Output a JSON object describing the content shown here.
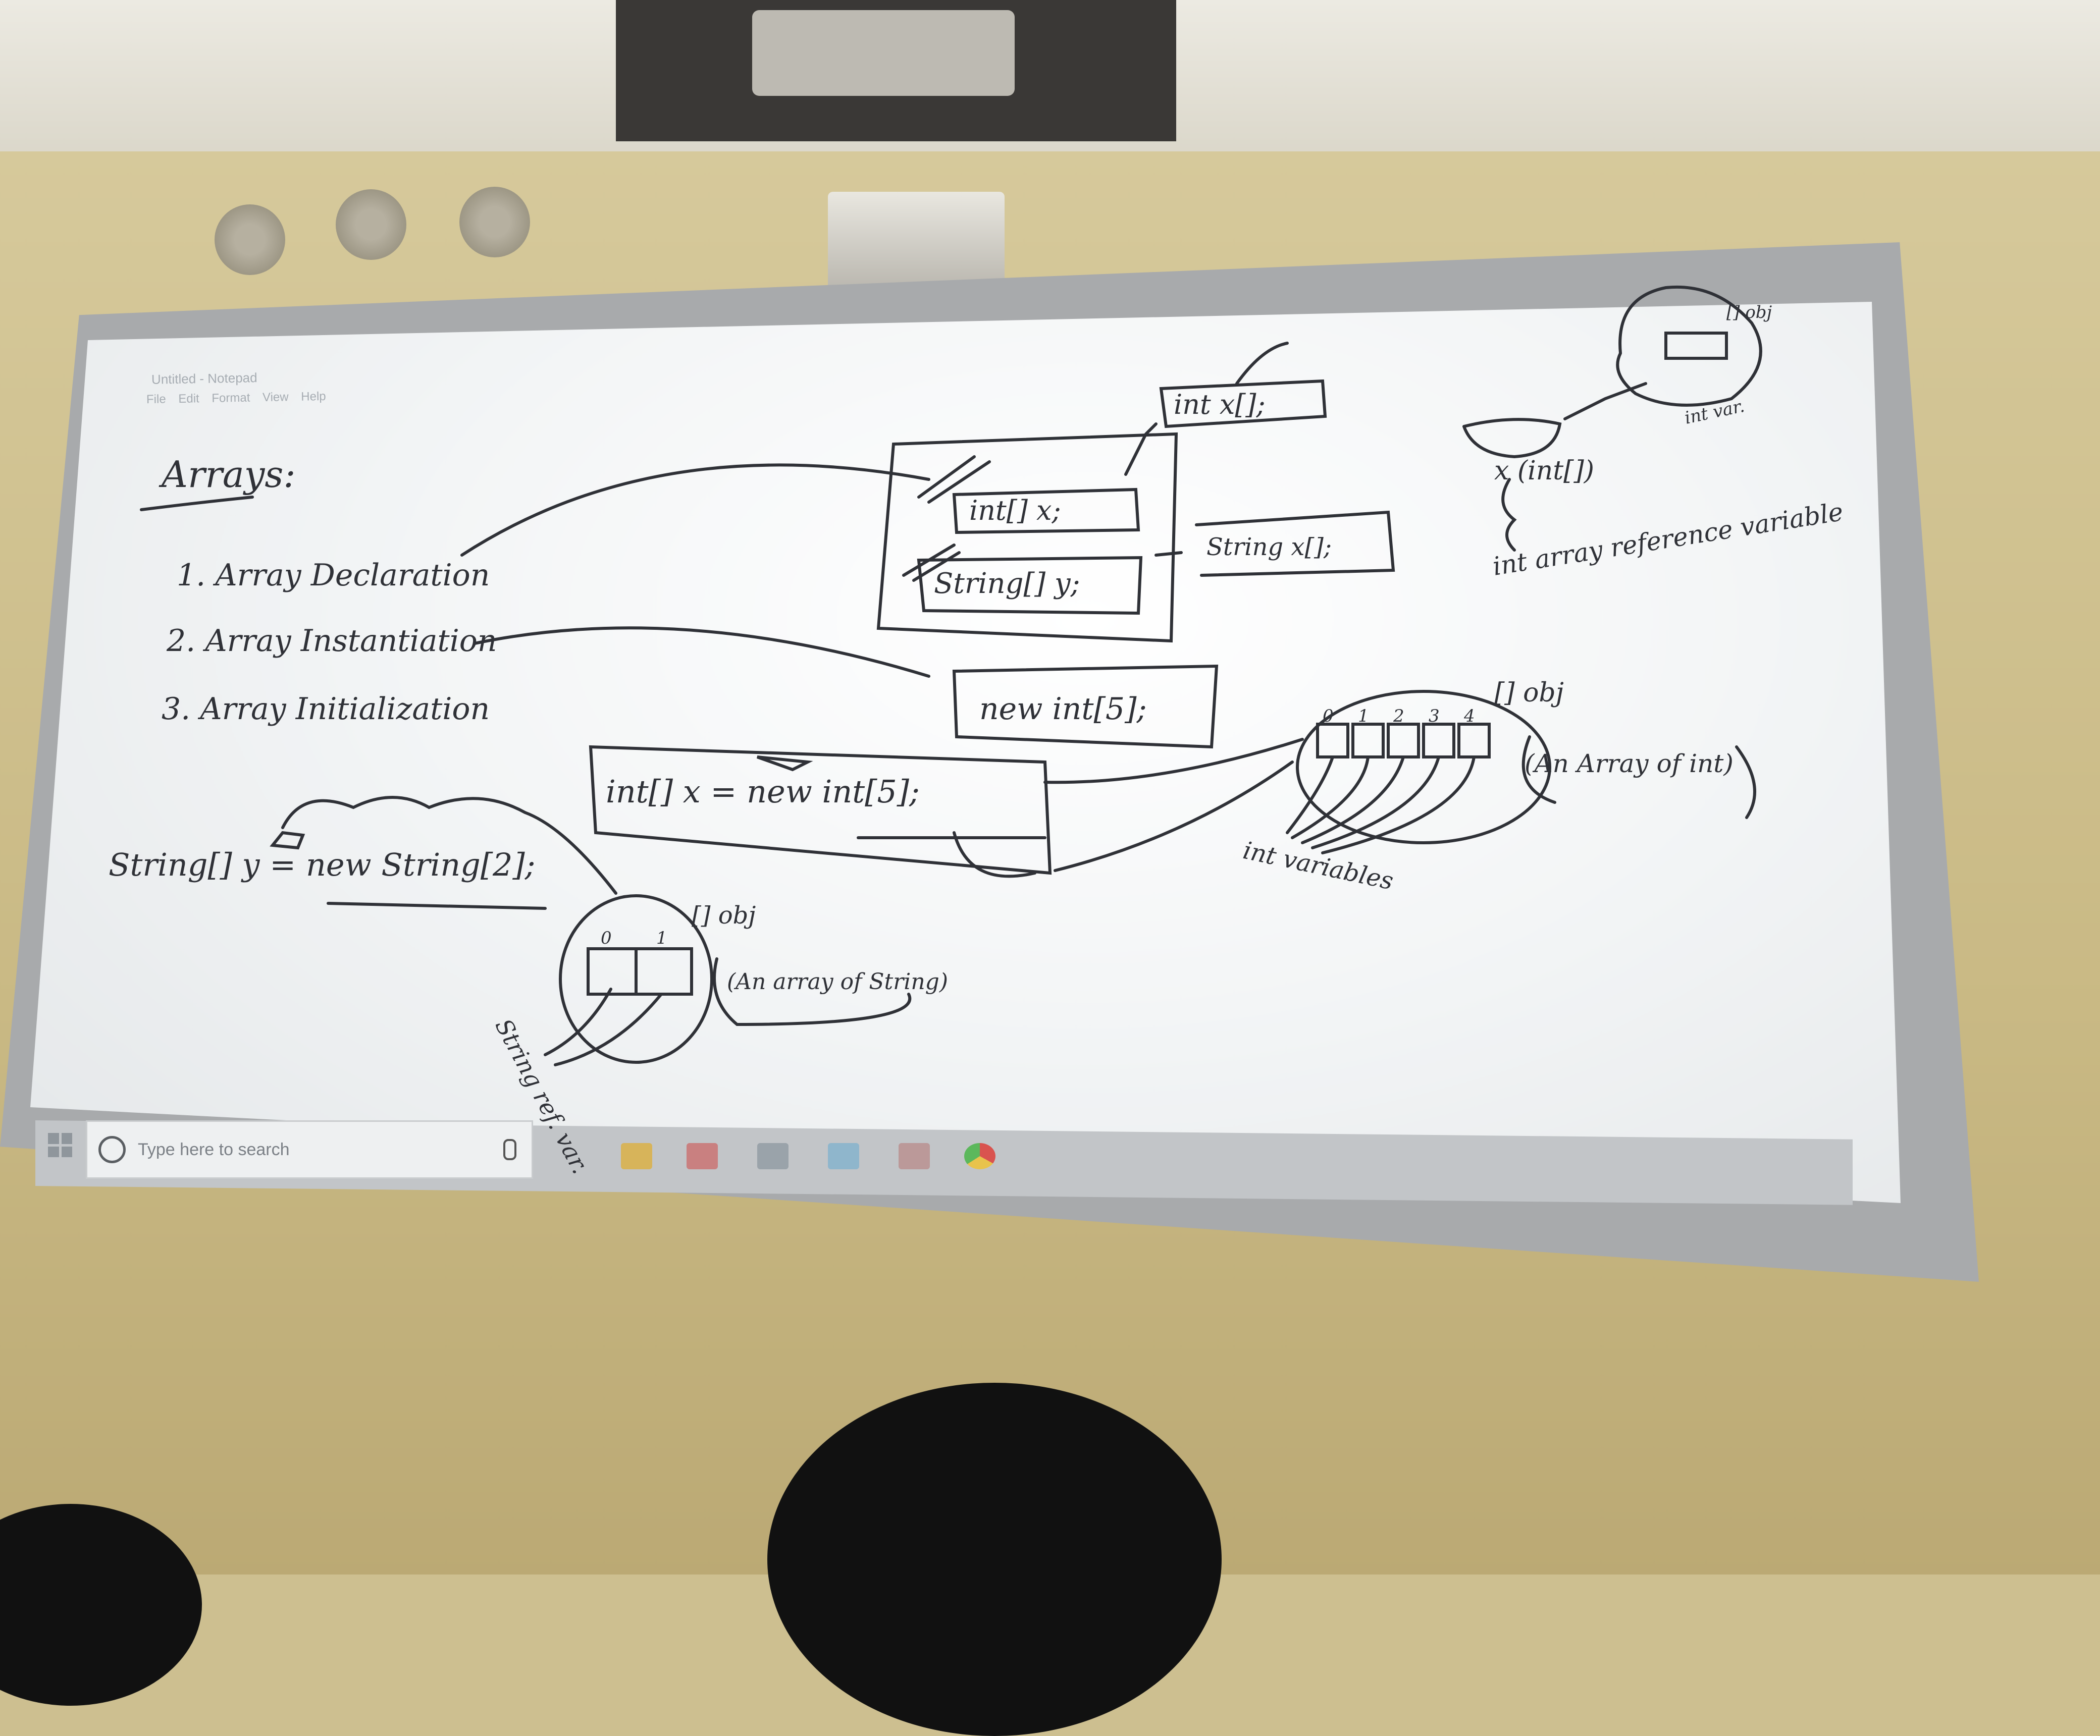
{
  "taskbar": {
    "search_placeholder": "Type here to search"
  },
  "notepad": {
    "title": "Untitled - Notepad",
    "menu": "File Edit Format View Help"
  },
  "whiteboard": {
    "heading": "Arrays:",
    "list": [
      "1. Array Declaration",
      "2. Array Instantiation",
      "3. Array Initialization"
    ],
    "box_top": "int x[];",
    "box_decl_1": "int[] x;",
    "box_decl_2": "String[] y;",
    "box_string": "String x[];",
    "box_new": "new int[5];",
    "stmt_int": "int[] x = new int[5];",
    "stmt_string": "String[] y = new String[2];",
    "int_indices": [
      "0",
      "1",
      "2",
      "3",
      "4"
    ],
    "int_obj_label": "[] obj",
    "int_obj_desc": "(An Array of int)",
    "int_vars": "int variables",
    "string_indices": [
      "0",
      "1"
    ],
    "string_obj_label": "[] obj",
    "string_obj_desc": "(An array of String)",
    "string_ref": "String ref. var.",
    "ref_type": "x (int[])",
    "ref_desc": "int array reference variable",
    "tr_obj_label": "[] obj",
    "tr_int_var": "int var."
  },
  "colors": {
    "ink": "#2f3137",
    "board": "#f3f5f6",
    "wall": "#cdbf90"
  }
}
